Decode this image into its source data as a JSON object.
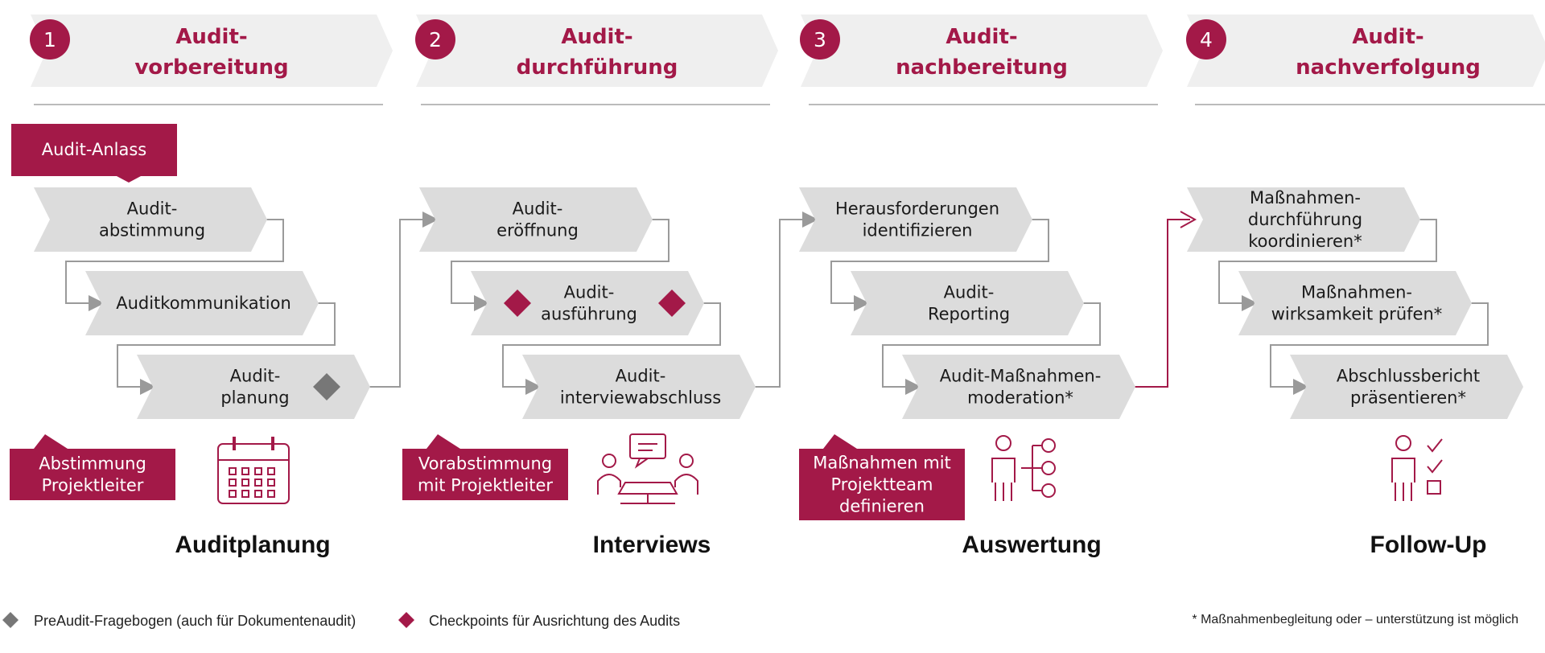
{
  "colors": {
    "accent": "#a31948",
    "chevron": "#dcdcdc",
    "header_chevron": "#efefef",
    "divider": "#bbbbbb",
    "connector": "#9a9a9a",
    "gray_marker": "#777777"
  },
  "phases": [
    {
      "number": "1",
      "title": [
        "Audit-",
        "vorbereitung"
      ],
      "steps": [
        {
          "lines": [
            "Audit-",
            "abstimmung"
          ]
        },
        {
          "lines": [
            "Auditkommunikation"
          ]
        },
        {
          "lines": [
            "Audit-",
            "planung"
          ],
          "marker": "gray-diamond"
        }
      ],
      "tag": [
        "Abstimmung",
        "Projektleiter"
      ],
      "icon": "calendar-icon",
      "label": "Auditplanung"
    },
    {
      "number": "2",
      "title": [
        "Audit-",
        "durchführung"
      ],
      "steps": [
        {
          "lines": [
            "Audit-",
            "eröffnung"
          ]
        },
        {
          "lines": [
            "Audit-",
            "ausführung"
          ],
          "marker": "red-diamonds"
        },
        {
          "lines": [
            "Audit-",
            "interviewabschluss"
          ]
        }
      ],
      "tag": [
        "Vorabstimmung",
        "mit Projektleiter"
      ],
      "icon": "meeting-icon",
      "label": "Interviews"
    },
    {
      "number": "3",
      "title": [
        "Audit-",
        "nachbereitung"
      ],
      "steps": [
        {
          "lines": [
            "Herausforderungen",
            "identifizieren"
          ]
        },
        {
          "lines": [
            "Audit-",
            "Reporting"
          ]
        },
        {
          "lines": [
            "Audit-Maßnahmen-",
            "moderation*"
          ]
        }
      ],
      "tag": [
        "Maßnahmen mit",
        "Projektteam",
        "definieren"
      ],
      "icon": "person-hierarchy-icon",
      "label": "Auswertung"
    },
    {
      "number": "4",
      "title": [
        "Audit-",
        "nachverfolgung"
      ],
      "steps": [
        {
          "lines": [
            "Maßnahmen-",
            "durchführung",
            "koordinieren*"
          ]
        },
        {
          "lines": [
            "Maßnahmen-",
            "wirksamkeit prüfen*"
          ]
        },
        {
          "lines": [
            "Abschlussbericht",
            "präsentieren*"
          ]
        }
      ],
      "tag": [],
      "icon": "person-checklist-icon",
      "label": "Follow-Up"
    }
  ],
  "trigger_label": "Audit-Anlass",
  "legend": [
    {
      "marker": "gray-diamond",
      "text": "PreAudit-Fragebogen (auch für Dokumentenaudit)"
    },
    {
      "marker": "red-diamond",
      "text": "Checkpoints für Ausrichtung des Audits"
    }
  ],
  "footnote": "* Maßnahmenbegleitung oder – unterstützung ist möglich"
}
